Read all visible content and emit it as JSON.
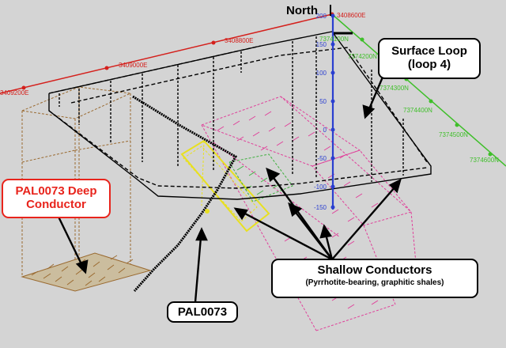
{
  "north": {
    "label": "North"
  },
  "callouts": {
    "surface_loop": {
      "line1": "Surface Loop",
      "line2": "(loop 4)"
    },
    "deep_conductor": {
      "line1": "PAL0073 Deep",
      "line2": "Conductor"
    },
    "shallow_conductors": {
      "title": "Shallow Conductors",
      "subtitle": "(Pyrrhotite-bearing, graphitic shales)"
    },
    "drillhole": {
      "label": "PAL0073"
    }
  },
  "grid_east": {
    "color": "#d4201c",
    "labels": [
      "3408600E",
      "3408800E",
      "3409000E",
      "3409200E"
    ]
  },
  "grid_north": {
    "color": "#3fbf2a",
    "labels": [
      "7374100N",
      "7374200N",
      "7374300N",
      "7374400N",
      "7374500N",
      "7374600N"
    ]
  },
  "elevation_axis": {
    "color": "#2a3fd0",
    "labels": [
      "200",
      "150",
      "100",
      "50",
      "0",
      "-50",
      "-100",
      "-150"
    ]
  },
  "colors": {
    "background": "#d4d4d4",
    "deep_conductor": "#9a6a30",
    "shallow_magenta": "#e0409a",
    "shallow_yellow": "#e8e020",
    "shallow_green": "#40b040",
    "loop": "#000000",
    "callout_red": "#e8241c"
  }
}
